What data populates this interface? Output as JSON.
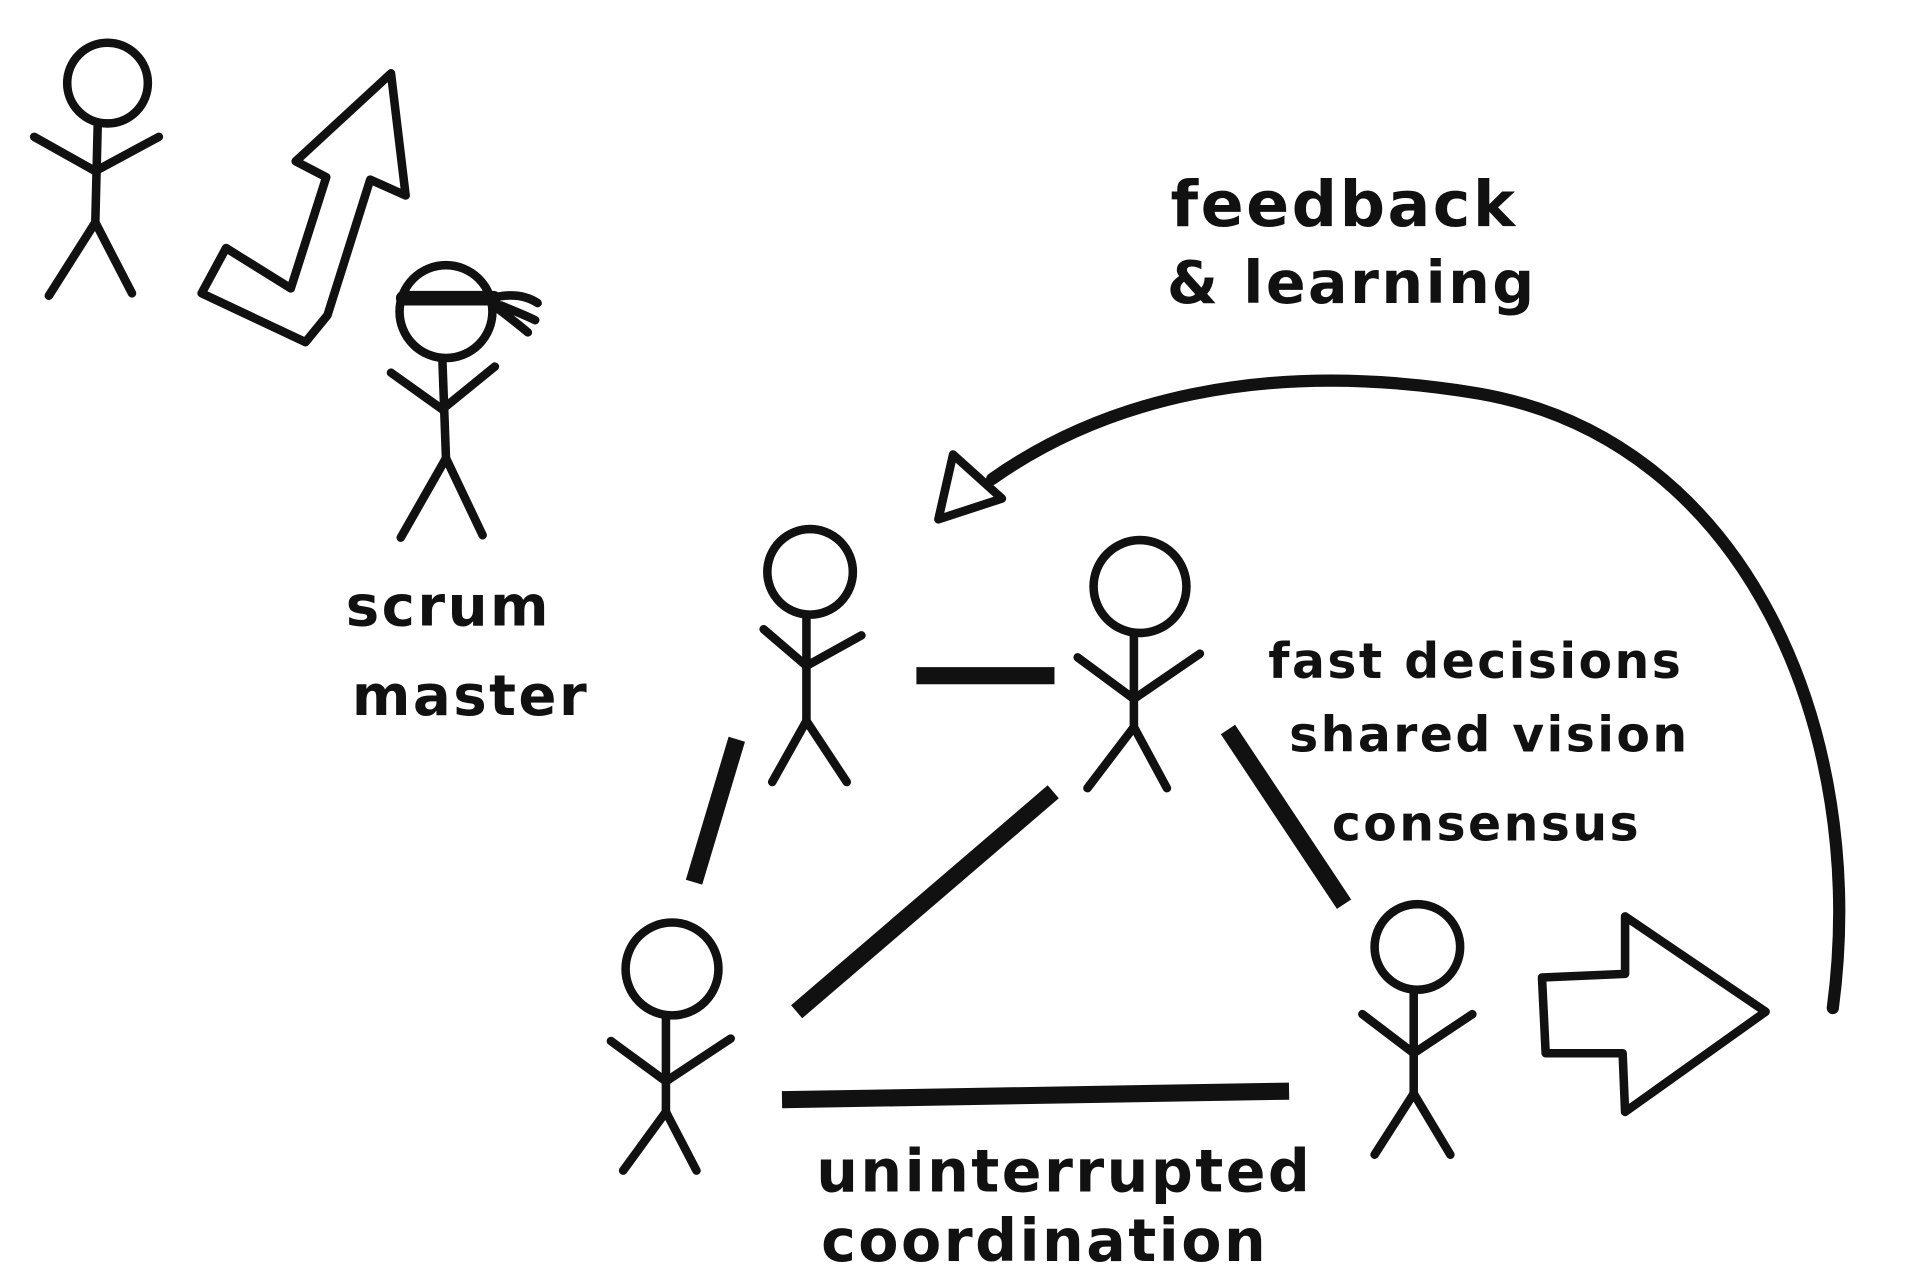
{
  "colors": {
    "ink": "#111111",
    "paper": "#ffffff"
  },
  "labels": {
    "scrum_master": [
      "scrum",
      "master"
    ],
    "feedback": [
      "feedback",
      "& learning"
    ],
    "team_qualities": [
      "fast decisions",
      "shared vision",
      "consensus"
    ],
    "coordination": [
      "uninterrupted",
      "coordination"
    ]
  }
}
